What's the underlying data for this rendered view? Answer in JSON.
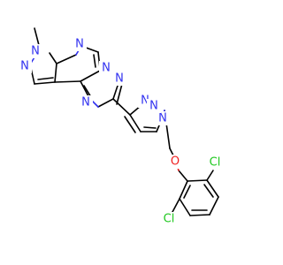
{
  "molecule": {
    "colors": {
      "nitrogen": "#3030f0",
      "oxygen": "#f02020",
      "chlorine": "#1fc81f",
      "carbon": "#000000"
    },
    "labels": {
      "n1": "N",
      "methyl": "N",
      "n3": "N",
      "n4": "N",
      "n5": "N",
      "n6": "N",
      "n7": "N",
      "n8": "N",
      "n9": "N",
      "o": "O",
      "cl_top": "Cl",
      "cl_bottom": "Cl"
    }
  }
}
